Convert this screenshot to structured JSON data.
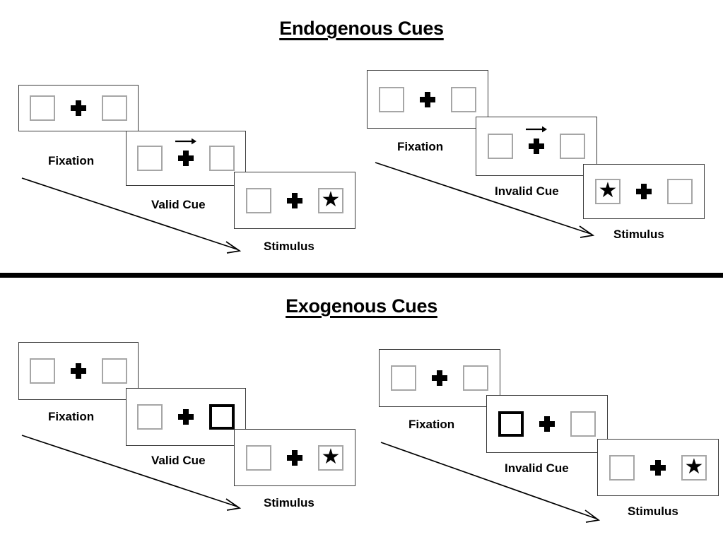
{
  "figure": {
    "kind": "posner-cueing-paradigm-diagram",
    "background_color": "#ffffff",
    "divider_color": "#000000"
  },
  "sections": [
    {
      "id": "endogenous",
      "title": "Endogenous Cues",
      "columns": [
        {
          "id": "endogenous-valid",
          "cue_type": "Valid Cue",
          "panels": [
            {
              "id": "endo-valid-fixation",
              "label": "Fixation",
              "left_box": {
                "cued": false,
                "content": ""
              },
              "right_box": {
                "cued": false,
                "content": ""
              },
              "arrow_cue": "none",
              "center": "fixation-cross"
            },
            {
              "id": "endo-valid-cue",
              "label": "Valid Cue",
              "left_box": {
                "cued": false,
                "content": ""
              },
              "right_box": {
                "cued": false,
                "content": ""
              },
              "arrow_cue": "right",
              "center": "fixation-cross"
            },
            {
              "id": "endo-valid-stimulus",
              "label": "Stimulus",
              "left_box": {
                "cued": false,
                "content": ""
              },
              "right_box": {
                "cued": false,
                "content": "star"
              },
              "arrow_cue": "none",
              "center": "fixation-cross"
            }
          ]
        },
        {
          "id": "endogenous-invalid",
          "cue_type": "Invalid Cue",
          "panels": [
            {
              "id": "endo-invalid-fixation",
              "label": "Fixation",
              "left_box": {
                "cued": false,
                "content": ""
              },
              "right_box": {
                "cued": false,
                "content": ""
              },
              "arrow_cue": "none",
              "center": "fixation-cross"
            },
            {
              "id": "endo-invalid-cue",
              "label": "Invalid Cue",
              "left_box": {
                "cued": false,
                "content": ""
              },
              "right_box": {
                "cued": false,
                "content": ""
              },
              "arrow_cue": "right",
              "center": "fixation-cross"
            },
            {
              "id": "endo-invalid-stimulus",
              "label": "Stimulus",
              "left_box": {
                "cued": false,
                "content": "star"
              },
              "right_box": {
                "cued": false,
                "content": ""
              },
              "arrow_cue": "none",
              "center": "fixation-cross"
            }
          ]
        }
      ]
    },
    {
      "id": "exogenous",
      "title": "Exogenous Cues",
      "columns": [
        {
          "id": "exogenous-valid",
          "cue_type": "Valid Cue",
          "panels": [
            {
              "id": "exo-valid-fixation",
              "label": "Fixation",
              "left_box": {
                "cued": false,
                "content": ""
              },
              "right_box": {
                "cued": false,
                "content": ""
              },
              "arrow_cue": "none",
              "center": "fixation-cross"
            },
            {
              "id": "exo-valid-cue",
              "label": "Valid Cue",
              "left_box": {
                "cued": false,
                "content": ""
              },
              "right_box": {
                "cued": true,
                "content": ""
              },
              "arrow_cue": "none",
              "center": "fixation-cross"
            },
            {
              "id": "exo-valid-stimulus",
              "label": "Stimulus",
              "left_box": {
                "cued": false,
                "content": ""
              },
              "right_box": {
                "cued": false,
                "content": "star"
              },
              "arrow_cue": "none",
              "center": "fixation-cross"
            }
          ]
        },
        {
          "id": "exogenous-invalid",
          "cue_type": "Invalid Cue",
          "panels": [
            {
              "id": "exo-invalid-fixation",
              "label": "Fixation",
              "left_box": {
                "cued": false,
                "content": ""
              },
              "right_box": {
                "cued": false,
                "content": ""
              },
              "arrow_cue": "none",
              "center": "fixation-cross"
            },
            {
              "id": "exo-invalid-cue",
              "label": "Invalid Cue",
              "left_box": {
                "cued": true,
                "content": ""
              },
              "right_box": {
                "cued": false,
                "content": ""
              },
              "arrow_cue": "none",
              "center": "fixation-cross"
            },
            {
              "id": "exo-invalid-stimulus",
              "label": "Stimulus",
              "left_box": {
                "cued": false,
                "content": ""
              },
              "right_box": {
                "cued": false,
                "content": "star"
              },
              "arrow_cue": "none",
              "center": "fixation-cross"
            }
          ]
        }
      ]
    }
  ],
  "labels": {
    "endogenous_title": "Endogenous Cues",
    "exogenous_title": "Exogenous Cues",
    "fixation": "Fixation",
    "valid_cue": "Valid Cue",
    "invalid_cue": "Invalid Cue",
    "stimulus": "Stimulus",
    "star_glyph": "★"
  },
  "time_arrows": [
    {
      "id": "endo-valid-time-arrow",
      "direction": "down-right"
    },
    {
      "id": "endo-invalid-time-arrow",
      "direction": "down-right"
    },
    {
      "id": "exo-valid-time-arrow",
      "direction": "down-right"
    },
    {
      "id": "exo-invalid-time-arrow",
      "direction": "down-right"
    }
  ]
}
